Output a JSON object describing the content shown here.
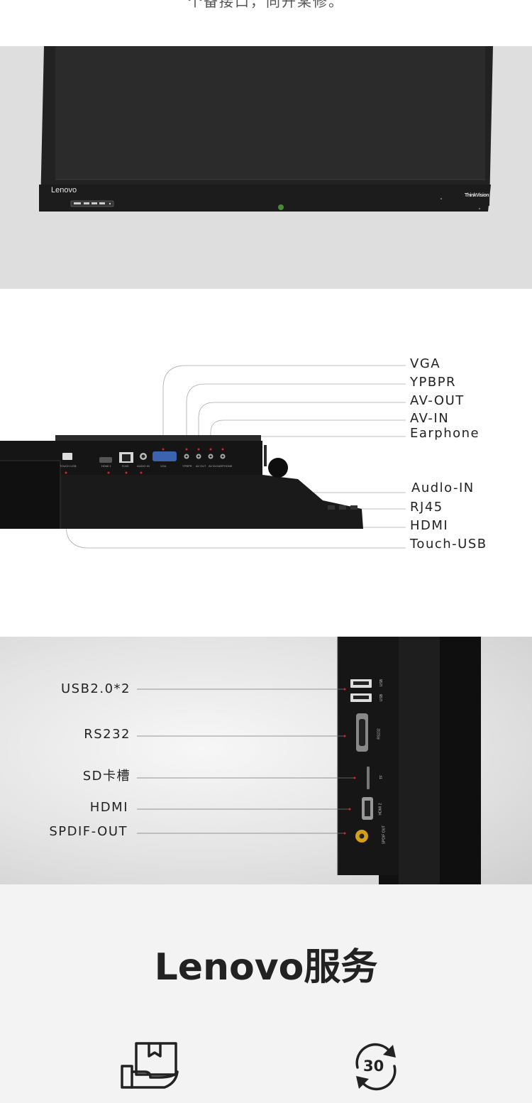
{
  "top_caption": "个备接口，同开某修。",
  "monitor": {
    "brand_logo": "Lenovo",
    "model_logo": "ThinkVision"
  },
  "side_ports": {
    "labels": [
      "VGA",
      "YPBPR",
      "AV-OUT",
      "AV-IN",
      "Earphone",
      "Audlo-IN",
      "RJ45",
      "HDMI",
      "Touch-USB"
    ],
    "device_labels": [
      "TOUCH USB",
      "HDMI 1",
      "RJ45",
      "AUDIO IN",
      "VGA",
      "YPBPR",
      "AV OUT",
      "AV IN",
      "EARPHONE"
    ]
  },
  "rear_ports": {
    "labels": [
      "USB2.0*2",
      "RS232",
      "SD卡槽",
      "HDMI",
      "SPDIF-OUT"
    ],
    "device_labels": [
      "USB",
      "USB",
      "RS232",
      "TF",
      "HDMI 2",
      "SPDIF OUT"
    ]
  },
  "service": {
    "title": "Lenovo服务",
    "badge_30": "30"
  },
  "icons": [
    "package-hand-icon",
    "return-30-icon"
  ]
}
